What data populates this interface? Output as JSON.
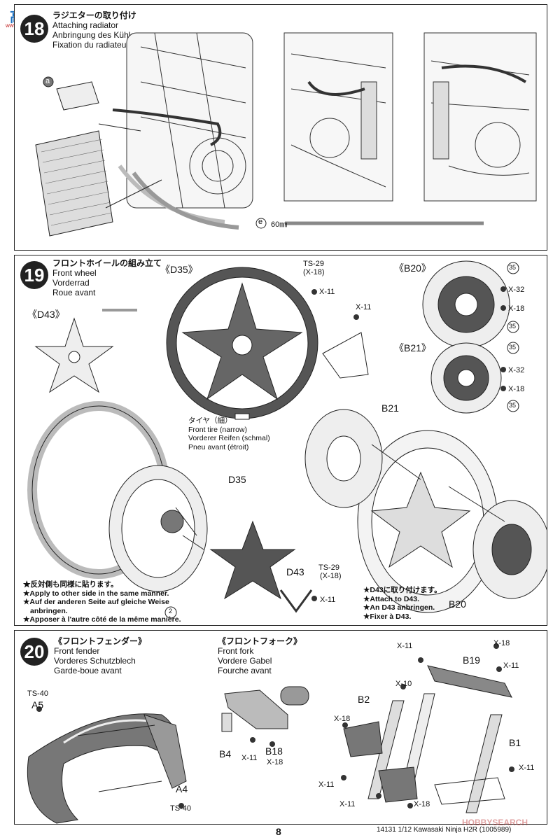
{
  "header_logo": {
    "text": "高手",
    "sub": "www.asdk.com"
  },
  "step18": {
    "number": "18",
    "title_jp": "ラジエターの取り付け",
    "title_en": "Attaching radiator",
    "title_de": "Anbringung des Kühlers",
    "title_fr": "Fixation du radiateur",
    "part_a": "a",
    "part_e": "e",
    "measure": "60㎜"
  },
  "step19": {
    "number": "19",
    "title_jp": "フロントホイールの組み立て",
    "title_en": "Front wheel",
    "title_de": "Vorderrad",
    "title_fr": "Roue avant",
    "part_d43_bracket": "《D43》",
    "part_d35_bracket": "《D35》",
    "part_b20_bracket": "《B20》",
    "part_b21_bracket": "《B21》",
    "ts29": "TS-29",
    "ts29_x": "(X-18)",
    "x11": "X-11",
    "x32": "X-32",
    "x18": "X-18",
    "decal35": "35",
    "decal2": "2",
    "tire_jp": "タイヤ（細）",
    "tire_en": "Front tire (narrow)",
    "tire_de": "Vorderer Reifen (schmal)",
    "tire_fr": "Pneu avant (étroit)",
    "d35": "D35",
    "d43": "D43",
    "b21": "B21",
    "b20": "B20",
    "note_left": [
      "★反対側も同様に貼ります。",
      "★Apply to other side in the same manner.",
      "★Auf der anderen Seite auf gleiche Weise",
      "anbringen.",
      "★Apposer à l'autre côté de la même manière."
    ],
    "note_right": [
      "★D43に取り付けます。",
      "★Attach to D43.",
      "★An D43 anbringen.",
      "★Fixer à D43."
    ]
  },
  "step20": {
    "number": "20",
    "title_jp": "《フロントフェンダー》",
    "title_en": "Front fender",
    "title_de": "Vorderes Schutzblech",
    "title_fr": "Garde-boue avant",
    "fork_jp": "《フロントフォーク》",
    "fork_en": "Front fork",
    "fork_de": "Vordere Gabel",
    "fork_fr": "Fourche avant",
    "ts40": "TS-40",
    "a5": "A5",
    "a4": "A4",
    "b4": "B4",
    "b18": "B18",
    "b19": "B19",
    "b2": "B2",
    "b1": "B1",
    "x10": "X-10",
    "x11": "X-11",
    "x18": "X-18"
  },
  "footer": {
    "page_number": "8",
    "product": "14131  1/12 Kawasaki Ninja H2R (1005989)",
    "watermark": "HOBBYSEARCH"
  }
}
